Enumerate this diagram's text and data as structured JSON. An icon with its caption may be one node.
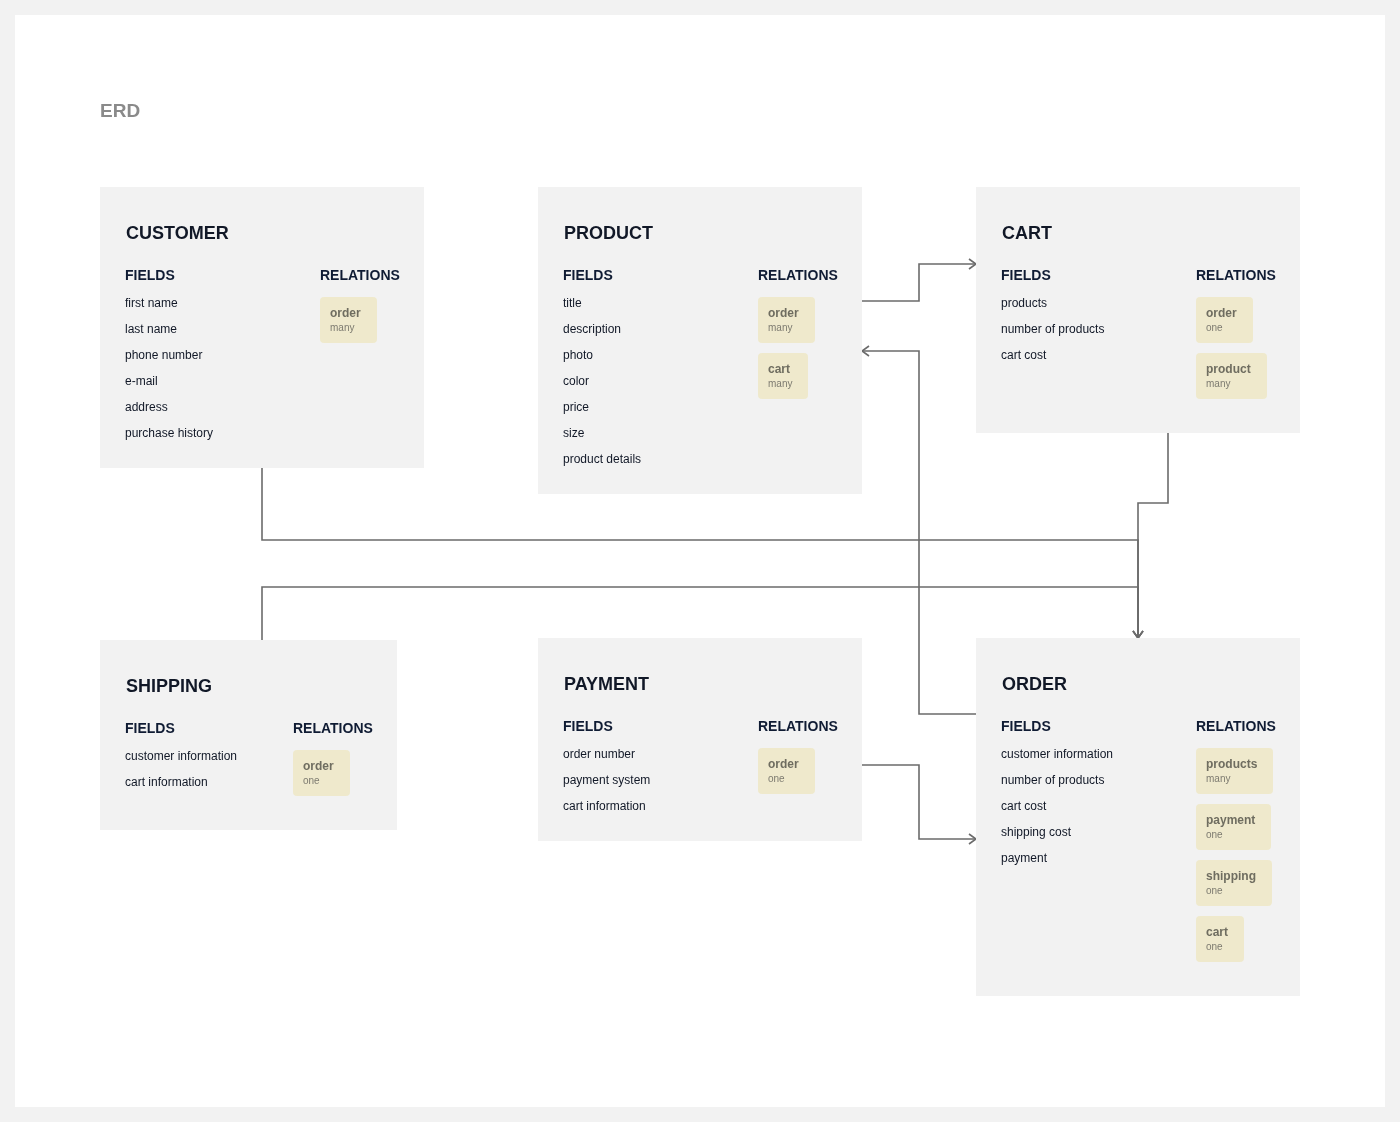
{
  "diagram": {
    "title": "ERD",
    "nodes": [
      {
        "text": [
          "CUSTOMER",
          "FIELDS",
          "RELATIONS",
          "first name",
          "last name",
          "phone number",
          "e-mail",
          "address",
          "purchase history"
        ]
      },
      {
        "text": [
          "order",
          "many"
        ],
        "in": 0
      },
      {
        "text": [
          "PRODUCT",
          "FIELDS",
          "RELATIONS",
          "title",
          "description",
          "photo",
          "color",
          "price",
          "size",
          "product details"
        ]
      },
      {
        "text": [
          "order",
          "many"
        ],
        "in": 2
      },
      {
        "text": [
          "cart",
          "many"
        ],
        "in": 2
      },
      {
        "text": [
          "CART",
          "FIELDS",
          "RELATIONS",
          "products",
          "number of products",
          "cart cost"
        ]
      },
      {
        "text": [
          "order",
          "one"
        ],
        "in": 5
      },
      {
        "text": [
          "product",
          "many"
        ],
        "in": 5
      },
      {
        "text": [
          "SHIPPING",
          "FIELDS",
          "RELATIONS",
          "customer information",
          "cart information"
        ]
      },
      {
        "text": [
          "order",
          "one"
        ],
        "in": 8
      },
      {
        "text": [
          "PAYMENT",
          "FIELDS",
          "RELATIONS",
          "order number",
          "payment system",
          "cart information"
        ]
      },
      {
        "text": [
          "order",
          "one"
        ],
        "in": 10
      },
      {
        "text": [
          "ORDER",
          "FIELDS",
          "RELATIONS",
          "customer information",
          "number of products",
          "cart cost",
          "shipping cost",
          "payment"
        ]
      },
      {
        "text": [
          "products",
          "many"
        ],
        "in": 12
      },
      {
        "text": [
          "payment",
          "one"
        ],
        "in": 12
      },
      {
        "text": [
          "shipping",
          "one"
        ],
        "in": 12
      },
      {
        "text": [
          "cart",
          "one"
        ],
        "in": 12
      }
    ],
    "edges": [
      {
        "from": 2,
        "to": 5,
        "arrow": "to"
      },
      {
        "from": 12,
        "to": 2,
        "arrow": "to"
      },
      {
        "from": 0,
        "to": 12,
        "arrow": "to"
      },
      {
        "from": 8,
        "to": 12,
        "arrow": "to"
      },
      {
        "from": 5,
        "to": 12,
        "arrow": "to"
      },
      {
        "from": 10,
        "to": 12,
        "arrow": "to"
      }
    ]
  }
}
